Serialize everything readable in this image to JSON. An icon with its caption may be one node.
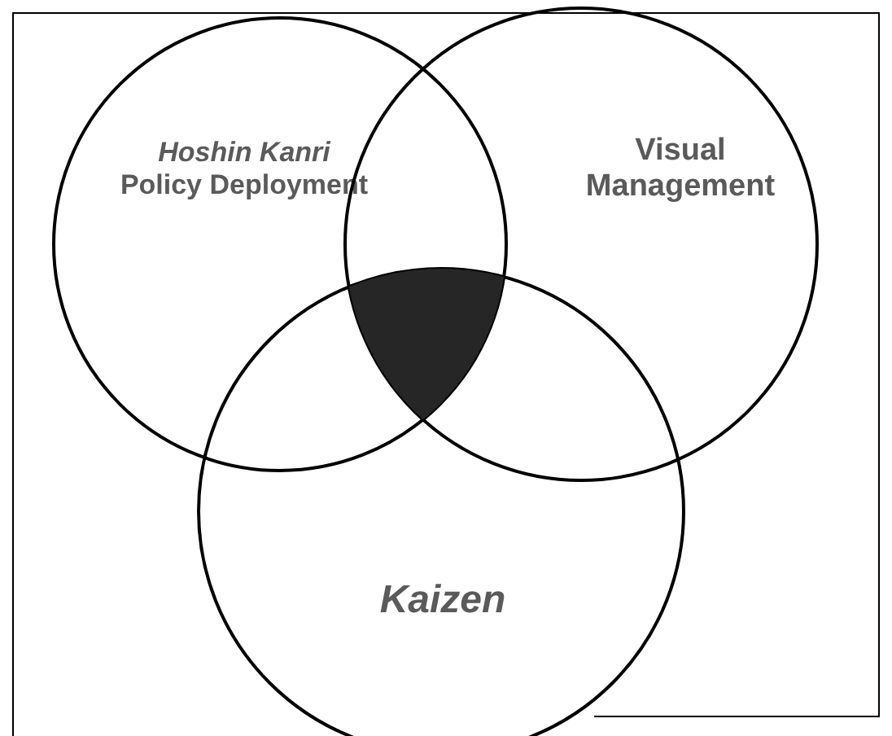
{
  "diagram": {
    "nodes": [
      {
        "text": [
          "Hoshin Kanri",
          "Policy Deployment"
        ]
      },
      {
        "text": [
          "Visual Management"
        ]
      },
      {
        "text": [
          "Kaizen"
        ]
      },
      {
        "text": [],
        "shape": "triangle"
      }
    ]
  }
}
